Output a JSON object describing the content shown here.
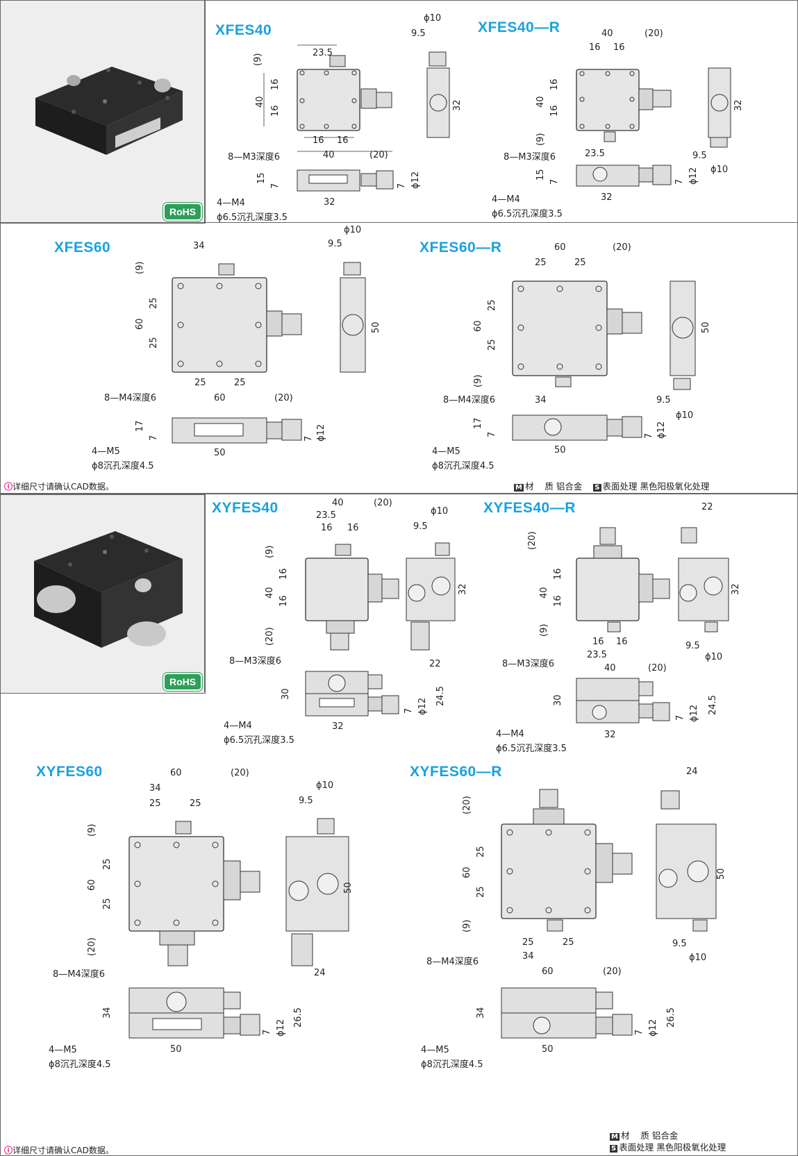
{
  "top": {
    "photo_rohs": "RoHS",
    "xfes40": {
      "title": "XFES40",
      "dims": {
        "d235": "23.5",
        "d9": "(9)",
        "d40v": "40",
        "d16a": "16",
        "d16b": "16",
        "d16c": "16",
        "d16d": "16",
        "d40h": "40",
        "d20": "(20)",
        "d15": "15",
        "d7": "7",
        "d32b": "32",
        "d7r": "7",
        "phi12": "ϕ12",
        "phi10": "ϕ10",
        "d95": "9.5",
        "d32s": "32"
      },
      "holes": "8—M3深度6",
      "mount1": "4—M4",
      "mount2": "ϕ6.5沉孔深度3.5"
    },
    "xfes40r": {
      "title": "XFES40—R",
      "dims": {
        "d40": "40",
        "d20": "(20)",
        "d16a": "16",
        "d16b": "16",
        "d16v1": "16",
        "d16v2": "16",
        "d40v": "40",
        "d9": "(9)",
        "d235": "23.5",
        "d15": "15",
        "d7": "7",
        "d32b": "32",
        "d32s": "32",
        "d95": "9.5",
        "phi10": "ϕ10",
        "d7r": "7",
        "phi12": "ϕ12"
      },
      "holes": "8—M3深度6",
      "mount1": "4—M4",
      "mount2": "ϕ6.5沉孔深度3.5"
    },
    "xfes60": {
      "title": "XFES60",
      "dims": {
        "d34": "34",
        "d9": "(9)",
        "d25a": "25",
        "d25b": "25",
        "d60v": "60",
        "d25c": "25",
        "d25d": "25",
        "d60h": "60",
        "d20": "(20)",
        "d17": "17",
        "d7": "7",
        "d50b": "50",
        "d7r": "7",
        "phi12": "ϕ12",
        "phi10": "ϕ10",
        "d95": "9.5",
        "d50s": "50"
      },
      "holes": "8—M4深度6",
      "mount1": "4—M5",
      "mount2": "ϕ8沉孔深度4.5"
    },
    "xfes60r": {
      "title": "XFES60—R",
      "dims": {
        "d60": "60",
        "d20": "(20)",
        "d25a": "25",
        "d25b": "25",
        "d25v1": "25",
        "d25v2": "25",
        "d60v": "60",
        "d9": "(9)",
        "d34": "34",
        "d17": "17",
        "d7": "7",
        "d50b": "50",
        "d50s": "50",
        "d95": "9.5",
        "phi10": "ϕ10",
        "d7r": "7",
        "phi12": "ϕ12"
      },
      "holes": "8—M4深度6",
      "mount1": "4—M5",
      "mount2": "ϕ8沉孔深度4.5"
    },
    "note": "详细尺寸请确认CAD数据。",
    "material_label": "材",
    "material_mid": "质",
    "material_value": "铝合金",
    "surface_label": "表面处理",
    "surface_value": "黑色阳极氧化处理"
  },
  "bottom": {
    "photo_rohs": "RoHS",
    "xyfes40": {
      "title": "XYFES40",
      "dims": {
        "d40": "40",
        "d20": "(20)",
        "d235": "23.5",
        "d16a": "16",
        "d16b": "16",
        "d9": "(9)",
        "d16v1": "16",
        "d40v": "40",
        "d16v2": "16",
        "d20v": "(20)",
        "phi10": "ϕ10",
        "d95": "9.5",
        "d32": "32",
        "d22": "22",
        "d30": "30",
        "d245": "24.5",
        "d7": "7",
        "phi12": "ϕ12",
        "d32b": "32"
      },
      "holes": "8—M3深度6",
      "mount1": "4—M4",
      "mount2": "ϕ6.5沉孔深度3.5"
    },
    "xyfes40r": {
      "title": "XYFES40—R",
      "dims": {
        "d22": "22",
        "d20": "(20)",
        "d16v1": "16",
        "d40v": "40",
        "d16v2": "16",
        "d9": "(9)",
        "d16a": "16",
        "d16b": "16",
        "d235": "23.5",
        "d40": "40",
        "d20h": "(20)",
        "d32": "32",
        "d95": "9.5",
        "phi10": "ϕ10",
        "d30": "30",
        "d245": "24.5",
        "d7": "7",
        "phi12": "ϕ12",
        "d32b": "32"
      },
      "holes": "8—M3深度6",
      "mount1": "4—M4",
      "mount2": "ϕ6.5沉孔深度3.5"
    },
    "xyfes60": {
      "title": "XYFES60",
      "dims": {
        "d60": "60",
        "d20": "(20)",
        "d34": "34",
        "d25a": "25",
        "d25b": "25",
        "d9": "(9)",
        "d25v1": "25",
        "d60v": "60",
        "d25v2": "25",
        "d20v": "(20)",
        "phi10": "ϕ10",
        "d95": "9.5",
        "d50": "50",
        "d24": "24",
        "d34v": "34",
        "d265": "26.5",
        "d7": "7",
        "phi12": "ϕ12",
        "d50b": "50"
      },
      "holes": "8—M4深度6",
      "mount1": "4—M5",
      "mount2": "ϕ8沉孔深度4.5"
    },
    "xyfes60r": {
      "title": "XYFES60—R",
      "dims": {
        "d24": "24",
        "d20": "(20)",
        "d25v1": "25",
        "d60v": "60",
        "d25v2": "25",
        "d9": "(9)",
        "d25a": "25",
        "d25b": "25",
        "d34": "34",
        "d60": "60",
        "d20h": "(20)",
        "d50": "50",
        "d95": "9.5",
        "phi10": "ϕ10",
        "d34v": "34",
        "d265": "26.5",
        "d7": "7",
        "phi12": "ϕ12",
        "d50b": "50"
      },
      "holes": "8—M4深度6",
      "mount1": "4—M5",
      "mount2": "ϕ8沉孔深度4.5"
    },
    "note": "详细尺寸请确认CAD数据。",
    "material_label": "材",
    "material_mid": "质",
    "material_value": "铝合金",
    "surface_label": "表面处理",
    "surface_value": "黑色阳极氧化处理"
  }
}
